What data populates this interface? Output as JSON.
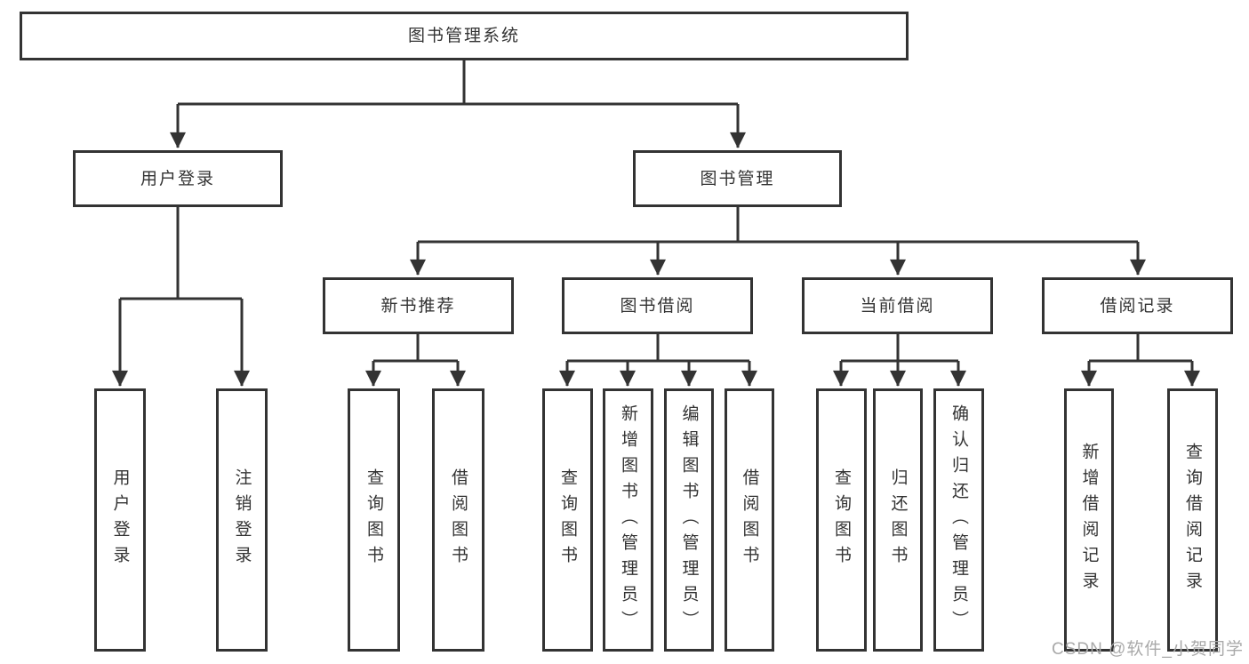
{
  "colors": {
    "background": "#ffffff",
    "line": "#333333",
    "box_border": "#333333",
    "text": "#333333",
    "watermark": "#a9a9a9"
  },
  "tree": {
    "label": "图书管理系统",
    "children": [
      {
        "label": "用户登录",
        "children": [
          {
            "label": "用户登录"
          },
          {
            "label": "注销登录"
          }
        ]
      },
      {
        "label": "图书管理",
        "children": [
          {
            "label": "新书推荐",
            "children": [
              {
                "label": "查询图书"
              },
              {
                "label": "借阅图书"
              }
            ]
          },
          {
            "label": "图书借阅",
            "children": [
              {
                "label": "查询图书"
              },
              {
                "label": "新增图书（管理员）"
              },
              {
                "label": "编辑图书（管理员）"
              },
              {
                "label": "借阅图书"
              }
            ]
          },
          {
            "label": "当前借阅",
            "children": [
              {
                "label": "查询图书"
              },
              {
                "label": "归还图书"
              },
              {
                "label": "确认归还（管理员）"
              }
            ]
          },
          {
            "label": "借阅记录",
            "children": [
              {
                "label": "新增借阅记录"
              },
              {
                "label": "查询借阅记录"
              }
            ]
          }
        ]
      }
    ]
  },
  "watermark": {
    "text": "CSDN @软件_小贺同学"
  }
}
